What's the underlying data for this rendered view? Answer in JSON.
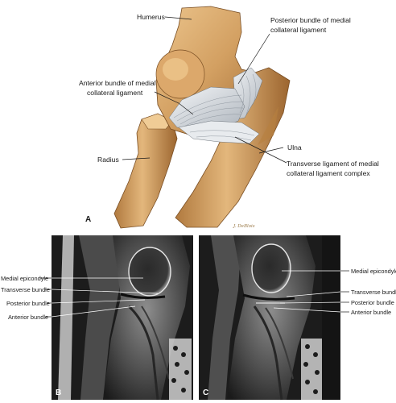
{
  "panel_a": {
    "letter": "A",
    "labels": {
      "humerus": "Humerus",
      "posterior_1": "Posterior bundle of medial",
      "posterior_2": "collateral ligament",
      "anterior_1": "Anterior bundle of medial",
      "anterior_2": "collateral ligament",
      "radius": "Radius",
      "ulna": "Ulna",
      "transverse_1": "Transverse ligament of medial",
      "transverse_2": "collateral ligament complex"
    },
    "signature": "J. DeBlois"
  },
  "panel_b": {
    "letter": "B",
    "labels": {
      "medial_epicondyle": "Medial epicondyle",
      "transverse_bundle": "Transverse bundle",
      "posterior_bundle": "Posterior bundle",
      "anterior_bundle": "Anterior bundle"
    }
  },
  "panel_c": {
    "letter": "C",
    "labels": {
      "medial_epicondyle": "Medial epicondyle",
      "transverse_bundle": "Transverse bundle",
      "posterior_bundle": "Posterior bundle",
      "anterior_bundle": "Anterior bundle"
    }
  },
  "colors": {
    "bone_light": "#e0b57a",
    "bone_mid": "#c99553",
    "bone_dark": "#8a5a2b",
    "ligament": "#dfe3e8",
    "mri_bg": "#1c1c1c"
  }
}
